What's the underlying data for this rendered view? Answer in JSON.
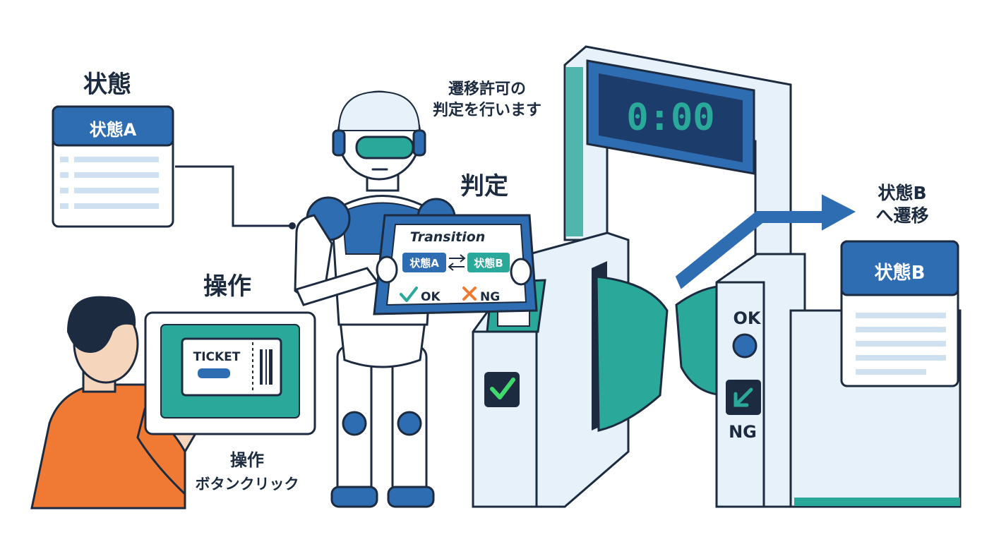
{
  "labels": {
    "state_heading": "状態",
    "state_a_title": "状態A",
    "operation_heading": "操作",
    "operation_caption_line1": "操作",
    "operation_caption_line2": "ボタンクリック",
    "robot_speech_line1": "遷移許可の",
    "robot_speech_line2": "判定を行います",
    "judgement_heading": "判定",
    "transition_to_line1": "状態B",
    "transition_to_line2": "へ遷移",
    "state_b_title": "状態B"
  },
  "ticket": {
    "label": "TICKET"
  },
  "tablet": {
    "title": "Transition",
    "from_state": "状態A",
    "to_state": "状態B",
    "ok_label": "OK",
    "ng_label": "NG"
  },
  "display": {
    "time": "0:00"
  },
  "gate": {
    "ok_label": "OK",
    "ng_label": "NG"
  },
  "colors": {
    "navy": "#1c2b3f",
    "blue": "#2f6db3",
    "teal": "#2aa89a",
    "orange": "#f07a34",
    "light": "#e6f1fa"
  }
}
